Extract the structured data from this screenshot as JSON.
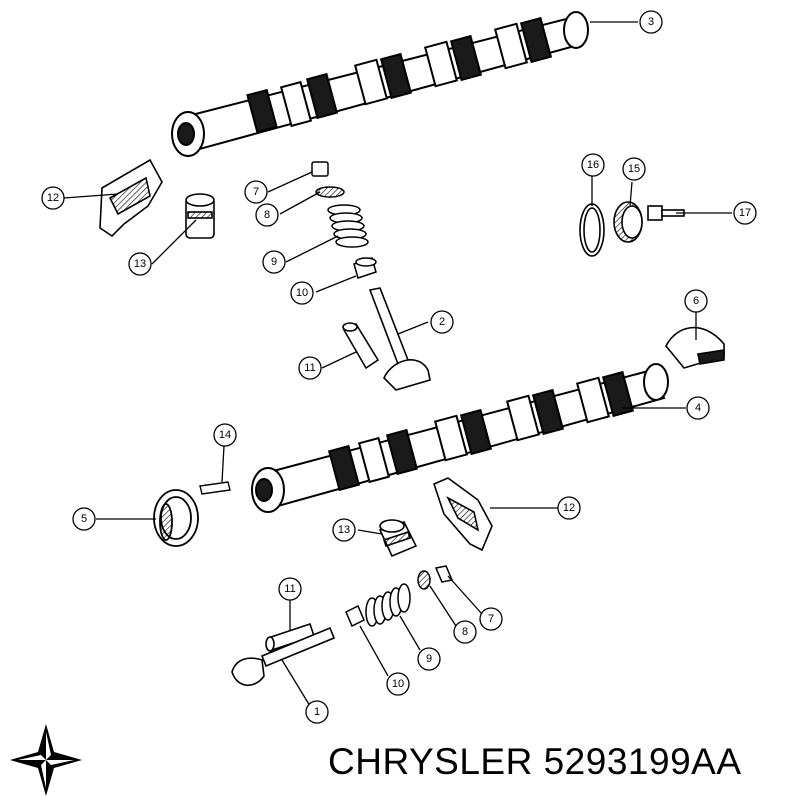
{
  "caption": {
    "brand": "CHRYSLER",
    "part_number": "5293199AA"
  },
  "colors": {
    "ink": "#000000",
    "fill": "#ffffff",
    "shade": "#1a1a1a"
  },
  "logo_icon": "pentastar-logo-icon",
  "callouts": [
    {
      "id": "c3",
      "label": "3"
    },
    {
      "id": "c12a",
      "label": "12"
    },
    {
      "id": "c13a",
      "label": "13"
    },
    {
      "id": "c7a",
      "label": "7"
    },
    {
      "id": "c8a",
      "label": "8"
    },
    {
      "id": "c9a",
      "label": "9"
    },
    {
      "id": "c10a",
      "label": "10"
    },
    {
      "id": "c2",
      "label": "2"
    },
    {
      "id": "c11a",
      "label": "11"
    },
    {
      "id": "c16",
      "label": "16"
    },
    {
      "id": "c15",
      "label": "15"
    },
    {
      "id": "c17",
      "label": "17"
    },
    {
      "id": "c6",
      "label": "6"
    },
    {
      "id": "c4",
      "label": "4"
    },
    {
      "id": "c14",
      "label": "14"
    },
    {
      "id": "c5",
      "label": "5"
    },
    {
      "id": "c12b",
      "label": "12"
    },
    {
      "id": "c13b",
      "label": "13"
    },
    {
      "id": "c11b",
      "label": "11"
    },
    {
      "id": "c7b",
      "label": "7"
    },
    {
      "id": "c8b",
      "label": "8"
    },
    {
      "id": "c9b",
      "label": "9"
    },
    {
      "id": "c10b",
      "label": "10"
    },
    {
      "id": "c1",
      "label": "1"
    }
  ]
}
